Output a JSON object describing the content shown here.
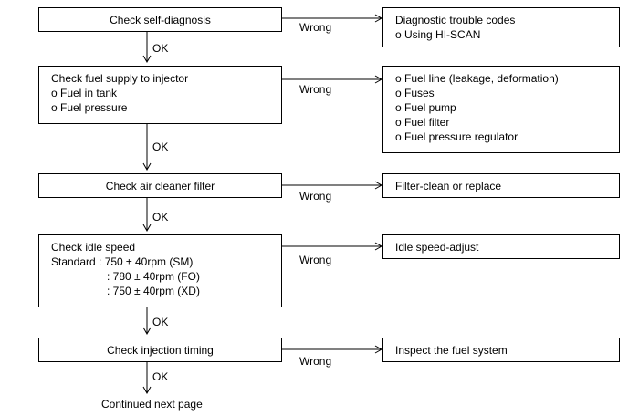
{
  "steps": [
    {
      "title": "Check self-diagnosis",
      "wrong": "Wrong",
      "result_lines": [
        "Diagnostic trouble codes",
        "o   Using HI-SCAN"
      ],
      "ok": "OK"
    },
    {
      "title": "Check fuel supply to injector",
      "items": [
        "o   Fuel in tank",
        "o   Fuel pressure"
      ],
      "wrong": "Wrong",
      "result_lines": [
        "o   Fuel line (leakage, deformation)",
        "o   Fuses",
        "o   Fuel pump",
        "o   Fuel filter",
        "o   Fuel pressure regulator"
      ],
      "ok": "OK"
    },
    {
      "title": "Check air cleaner filter",
      "wrong": "Wrong",
      "result_lines": [
        "Filter-clean or replace"
      ],
      "ok": "OK"
    },
    {
      "title": "Check idle speed",
      "items": [
        "Standard  : 750 ± 40rpm (SM)",
        ": 780 ± 40rpm (FO)",
        ": 750 ± 40rpm (XD)"
      ],
      "wrong": "Wrong",
      "result_lines": [
        "Idle speed-adjust"
      ],
      "ok": "OK"
    },
    {
      "title": "Check injection timing",
      "wrong": "Wrong",
      "result_lines": [
        "Inspect the fuel system"
      ],
      "ok": "OK"
    }
  ],
  "continued": "Continued next page"
}
